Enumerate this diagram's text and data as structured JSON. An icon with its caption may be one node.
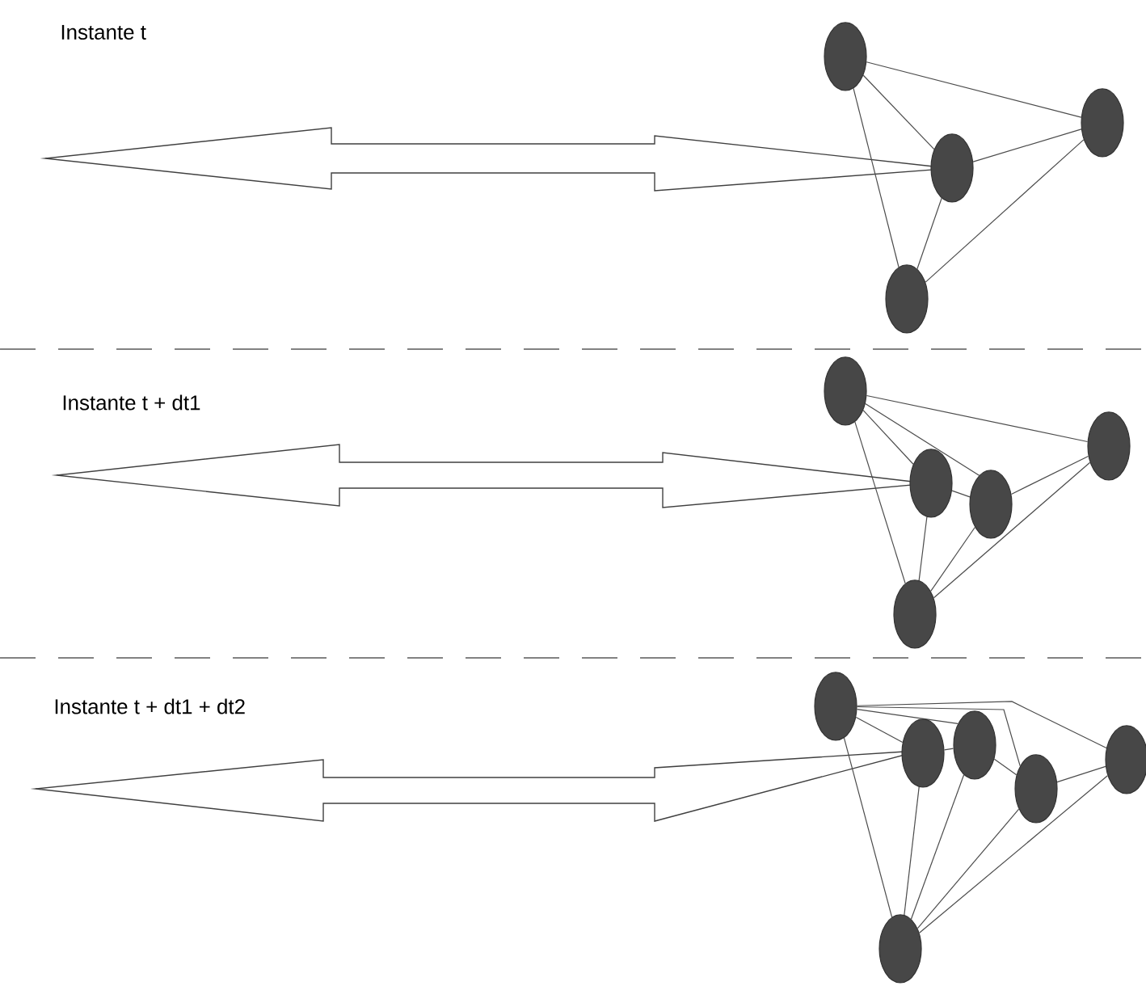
{
  "diagram": {
    "nodes": [
      {
        "text": [],
        "shape": "circle"
      },
      {
        "text": [],
        "shape": "circle"
      },
      {
        "text": [],
        "shape": "circle"
      },
      {
        "text": [],
        "shape": "circle"
      },
      {
        "text": [],
        "shape": "circle"
      },
      {
        "text": [],
        "shape": "circle"
      },
      {
        "text": [],
        "shape": "circle"
      },
      {
        "text": [],
        "shape": "circle"
      },
      {
        "text": [],
        "shape": "circle"
      },
      {
        "text": [],
        "shape": "circle"
      },
      {
        "text": [],
        "shape": "circle"
      },
      {
        "text": [],
        "shape": "circle"
      },
      {
        "text": [],
        "shape": "circle"
      },
      {
        "text": [],
        "shape": "circle"
      },
      {
        "text": [],
        "shape": "circle"
      }
    ],
    "edges": [
      {
        "from": 0,
        "to": 1,
        "arrow": "none"
      },
      {
        "from": 0,
        "to": 2,
        "arrow": "none"
      },
      {
        "from": 0,
        "to": 3,
        "arrow": "none"
      },
      {
        "from": 1,
        "to": 2,
        "arrow": "none"
      },
      {
        "from": 1,
        "to": 3,
        "arrow": "none"
      },
      {
        "from": 3,
        "to": 2,
        "arrow": "none"
      },
      {
        "from": 1,
        "to": null,
        "arrow": "to"
      },
      {
        "from": 4,
        "to": 5,
        "arrow": "none"
      },
      {
        "from": 4,
        "to": 6,
        "arrow": "none"
      },
      {
        "from": 4,
        "to": 7,
        "arrow": "none"
      },
      {
        "from": 4,
        "to": 8,
        "arrow": "none"
      },
      {
        "from": 5,
        "to": 6,
        "arrow": "none"
      },
      {
        "from": 5,
        "to": 8,
        "arrow": "none"
      },
      {
        "from": 6,
        "to": 7,
        "arrow": "none"
      },
      {
        "from": 6,
        "to": 8,
        "arrow": "none"
      },
      {
        "from": 8,
        "to": 7,
        "arrow": "none"
      },
      {
        "from": 5,
        "to": null,
        "arrow": "to"
      },
      {
        "from": 9,
        "to": 10,
        "arrow": "none"
      },
      {
        "from": 9,
        "to": 11,
        "arrow": "none"
      },
      {
        "from": 9,
        "to": 12,
        "arrow": "none"
      },
      {
        "from": 9,
        "to": 13,
        "arrow": "none"
      },
      {
        "from": 9,
        "to": 14,
        "arrow": "none"
      },
      {
        "from": 10,
        "to": 11,
        "arrow": "none"
      },
      {
        "from": 10,
        "to": 14,
        "arrow": "none"
      },
      {
        "from": 11,
        "to": 12,
        "arrow": "none"
      },
      {
        "from": 11,
        "to": 14,
        "arrow": "none"
      },
      {
        "from": 12,
        "to": 13,
        "arrow": "none"
      },
      {
        "from": 12,
        "to": 14,
        "arrow": "none"
      },
      {
        "from": 14,
        "to": 13,
        "arrow": "none"
      },
      {
        "from": 10,
        "to": null,
        "arrow": "to"
      }
    ],
    "labels": [
      "Instante t",
      "Instante t + dt1",
      "Instante t + dt1 + dt2"
    ]
  }
}
